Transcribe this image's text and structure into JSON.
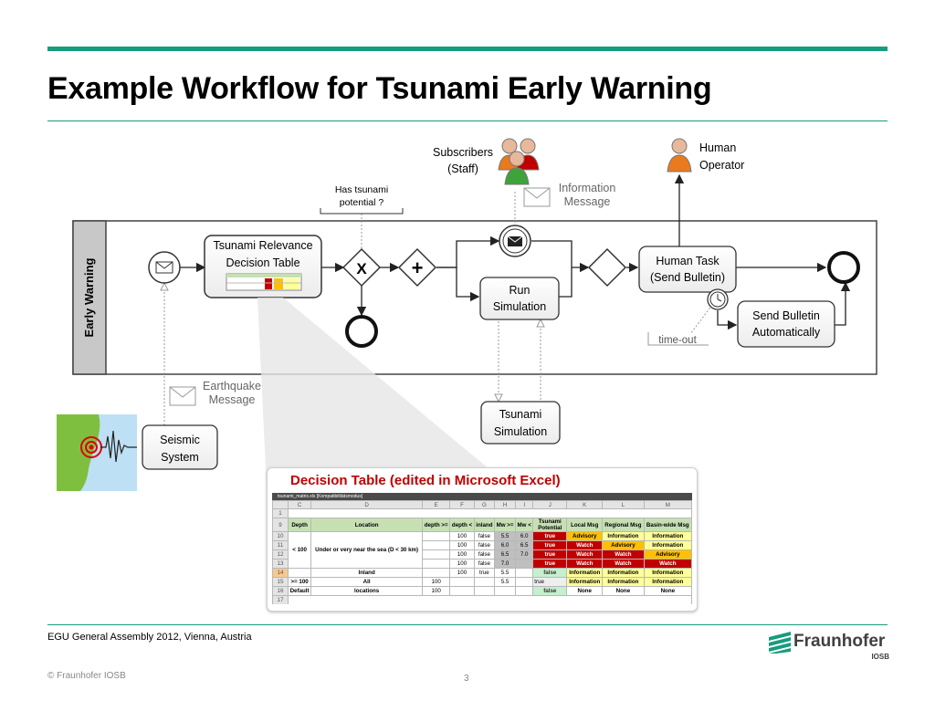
{
  "slide": {
    "title": "Example Workflow for Tsunami Early Warning",
    "footer": "EGU General Assembly 2012, Vienna, Austria",
    "copyright": "© Fraunhofer IOSB",
    "page_number": "3",
    "logo_text": "Fraunhofer",
    "logo_sub": "IOSB",
    "accent_color": "#179c7d"
  },
  "diagram": {
    "lane_label": "Early Warning",
    "decision_table_task": [
      "Tsunami Relevance",
      "Decision Table"
    ],
    "annotation_tsunami": [
      "Has tsunami",
      "potential ?"
    ],
    "run_simulation": [
      "Run",
      "Simulation"
    ],
    "human_task": [
      "Human Task",
      "(Send Bulletin)"
    ],
    "send_bulletin": [
      "Send Bulletin",
      "Automatically"
    ],
    "timeout": "time-out",
    "subscribers": [
      "Subscribers",
      "(Staff)"
    ],
    "information_message": [
      "Information",
      "Message"
    ],
    "human_operator": [
      "Human",
      "Operator"
    ],
    "earthquake_message": [
      "Earthquake",
      "Message"
    ],
    "seismic_system": [
      "Seismic",
      "System"
    ],
    "tsunami_simulation": [
      "Tsunami",
      "Simulation"
    ]
  },
  "decision_table": {
    "title": "Decision Table (edited in Microsoft Excel)",
    "file_bar": "tsunami_matrix.xls  [Kompatibilitätsmodus]",
    "column_letters": [
      "C",
      "D",
      "E",
      "F",
      "G",
      "H",
      "I",
      "J",
      "K",
      "L",
      "M"
    ],
    "headers": [
      "Depth",
      "Location",
      "depth >=",
      "depth <",
      "inland",
      "Mw >=",
      "Mw <",
      "Tsunami Potential",
      "Local Msg",
      "Regional Msg",
      "Basin-wide Msg"
    ],
    "row_numbers": [
      "1",
      "9",
      "10",
      "11",
      "12",
      "13",
      "14",
      "15",
      "16",
      "17"
    ],
    "depth_group": "< 100",
    "location_group": "Under or very near the sea (D < 30 km)",
    "rows": [
      {
        "depth_ge": "",
        "depth_lt": "100",
        "inland": "false",
        "mw_ge": "5.5",
        "mw_lt": "6.0",
        "potential": "true",
        "local": "Advisory",
        "regional": "Information",
        "basin": "Information"
      },
      {
        "depth_ge": "",
        "depth_lt": "100",
        "inland": "false",
        "mw_ge": "6.0",
        "mw_lt": "6.5",
        "potential": "true",
        "local": "Watch",
        "regional": "Advisory",
        "basin": "Information"
      },
      {
        "depth_ge": "",
        "depth_lt": "100",
        "inland": "false",
        "mw_ge": "6.5",
        "mw_lt": "7.0",
        "potential": "true",
        "local": "Watch",
        "regional": "Watch",
        "basin": "Advisory"
      },
      {
        "depth_ge": "",
        "depth_lt": "100",
        "inland": "false",
        "mw_ge": "7.0",
        "mw_lt": "",
        "potential": "true",
        "local": "Watch",
        "regional": "Watch",
        "basin": "Watch"
      },
      {
        "depth_ge": "",
        "depth_lt": "100",
        "inland": "true",
        "mw_ge": "5.5",
        "mw_lt": "",
        "potential": "false",
        "local": "Information",
        "regional": "Information",
        "basin": "Information"
      }
    ],
    "row_inland_label": "Inland",
    "row15": {
      "depth": ">= 100",
      "location": "All",
      "depth_ge": "100",
      "mw_ge": "5.5",
      "local": "Information",
      "regional": "Information",
      "basin": "Information"
    },
    "row16": {
      "depth": "Default",
      "location": "locations",
      "depth_ge": "100",
      "potential": "false",
      "local": "None",
      "regional": "None",
      "basin": "None"
    },
    "dropdown_options": [
      "true",
      "false"
    ]
  }
}
